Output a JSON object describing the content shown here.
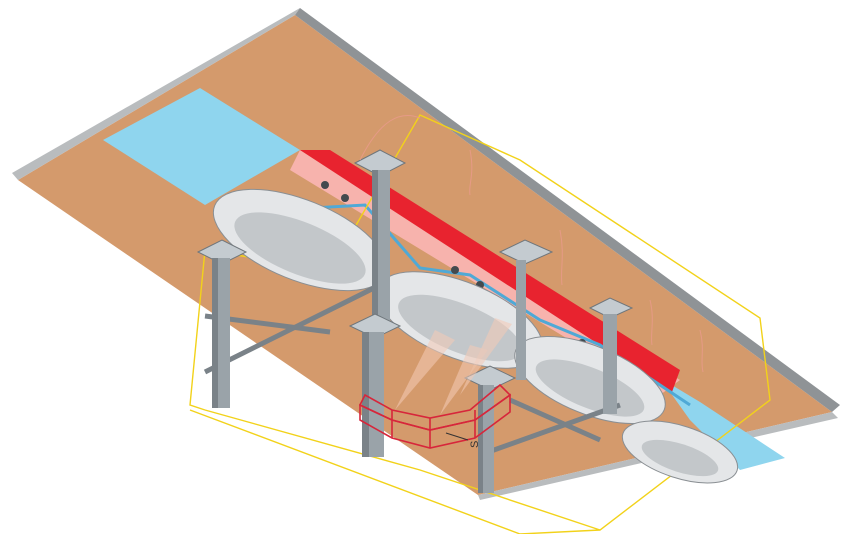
{
  "diagram": {
    "callout_label": "S"
  },
  "colors": {
    "ceiling_face": "#d49a6c",
    "ceiling_edge": "#b9bcbe",
    "ceiling_edge_dark": "#8f9396",
    "blue_zone": "#8fd5ee",
    "red_zone": "#e8232f",
    "pink_zone": "#f7b3ad",
    "column": "#9aa3a9",
    "column_dark": "#7a8288",
    "cap": "#c4cbd0",
    "body": "#e4e6e8",
    "body_shadow": "#c3c7ca",
    "yellow": "#f2d21a",
    "red_line": "#d7263b",
    "rail_blue": "#4fa9d6",
    "wire": "#e69a86"
  },
  "icons": [
    "ceiling-panel",
    "support-column",
    "car-body-shell",
    "robot-arm",
    "gantry-rail"
  ]
}
